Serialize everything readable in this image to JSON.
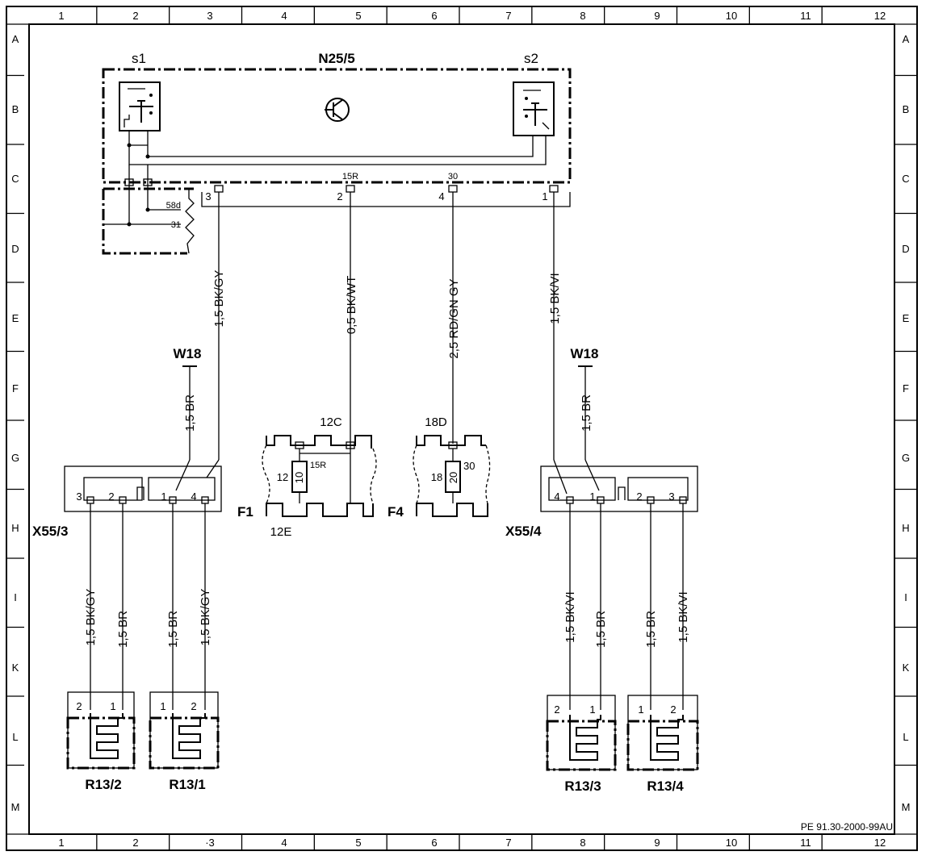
{
  "frame": {
    "columns": [
      "1",
      "2",
      "3",
      "4",
      "5",
      "6",
      "7",
      "8",
      "9",
      "10",
      "11",
      "12"
    ],
    "columns_bottom": [
      "1",
      "2",
      "·3",
      "4",
      "5",
      "6",
      "7",
      "8",
      "9",
      "10",
      "11",
      "12"
    ],
    "rows": [
      "A",
      "B",
      "C",
      "D",
      "E",
      "F",
      "G",
      "H",
      "I",
      "K",
      "L",
      "M"
    ],
    "footer": "PE 91.30-2000-99AU"
  },
  "components": {
    "control_unit": "N25/5",
    "switch_left": "s1",
    "switch_right": "s2",
    "ground_labels": [
      "58d",
      "31"
    ],
    "terminal_15r": "15R",
    "terminal_30": "30",
    "pins": [
      "3",
      "2",
      "4",
      "1"
    ],
    "fuse_box_1": "F1",
    "fuse_box_4": "F4",
    "fuse_1": {
      "slot_top": "12C",
      "slot_bottom": "12E",
      "side": "12",
      "number": "10",
      "terminal": "15R"
    },
    "fuse_4": {
      "slot_top": "18D",
      "side": "18",
      "number": "20",
      "terminal": "30"
    },
    "ground_left": "W18",
    "ground_right": "W18",
    "connector_left": {
      "name": "X55/3",
      "pins": [
        "3",
        "2",
        "1",
        "4"
      ]
    },
    "connector_right": {
      "name": "X55/4",
      "pins": [
        "4",
        "1",
        "2",
        "3"
      ]
    },
    "heaters": [
      {
        "name": "R13/2",
        "pins": [
          "2",
          "1"
        ]
      },
      {
        "name": "R13/1",
        "pins": [
          "1",
          "2"
        ]
      },
      {
        "name": "R13/3",
        "pins": [
          "2",
          "1"
        ]
      },
      {
        "name": "R13/4",
        "pins": [
          "1",
          "2"
        ]
      }
    ]
  },
  "wires": {
    "pin3": "1,5 BK/GY",
    "pin2": "0,5 BK/WT",
    "pin4": "2,5 RD/GN GY",
    "pin1": "1,5 BK/VI",
    "w18_left": "1,5 BR",
    "w18_right": "1,5 BR",
    "left_1": "1,5 BK/GY",
    "left_2": "1,5 BR",
    "left_3": "1,5 BR",
    "left_4": "1,5 BK/GY",
    "right_1": "1,5 BK/VI",
    "right_2": "1,5 BR",
    "right_3": "1,5 BR",
    "right_4": "1,5 BK/VI"
  }
}
